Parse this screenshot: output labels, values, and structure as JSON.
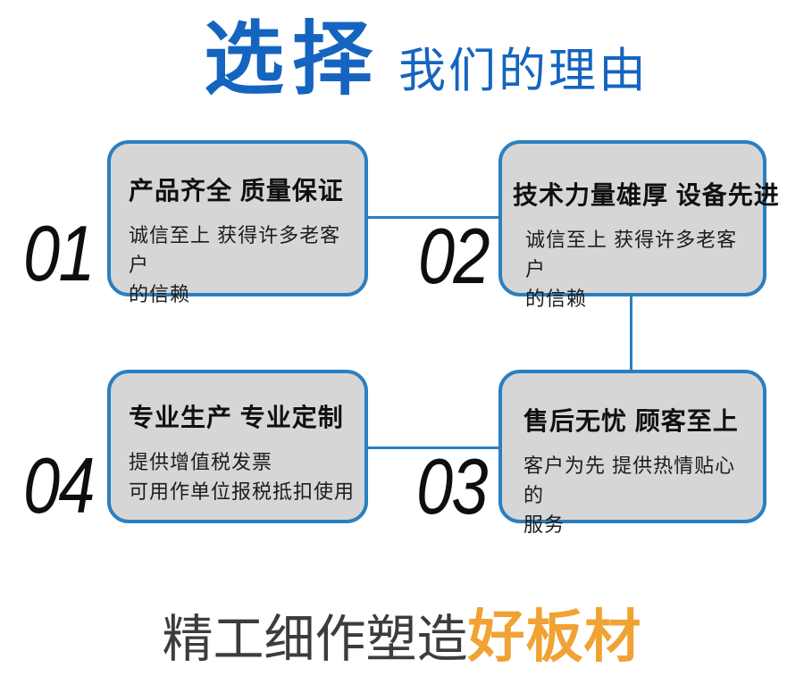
{
  "header": {
    "title_main": "选择",
    "title_sub": "我们的理由"
  },
  "items": [
    {
      "number": "01",
      "title": "产品齐全 质量保证",
      "body": "诚信至上 获得许多老客户\n的信赖"
    },
    {
      "number": "02",
      "title": "技术力量雄厚 设备先进",
      "body": "诚信至上 获得许多老客户\n的信赖"
    },
    {
      "number": "03",
      "title": "售后无忧 顾客至上",
      "body": "客户为先 提供热情贴心的\n服务"
    },
    {
      "number": "04",
      "title": "专业生产 专业定制",
      "body": "提供增值税发票\n可用作单位报税抵扣使用"
    }
  ],
  "footer": {
    "text_gray": "精工细作塑造",
    "text_orange": "好板材"
  },
  "colors": {
    "title_blue": "#1565c0",
    "line_blue": "#2c7fbf",
    "card_fill": "#d6d6d6",
    "footer_gray": "#3c3c3c",
    "footer_orange": "#f0a233"
  }
}
